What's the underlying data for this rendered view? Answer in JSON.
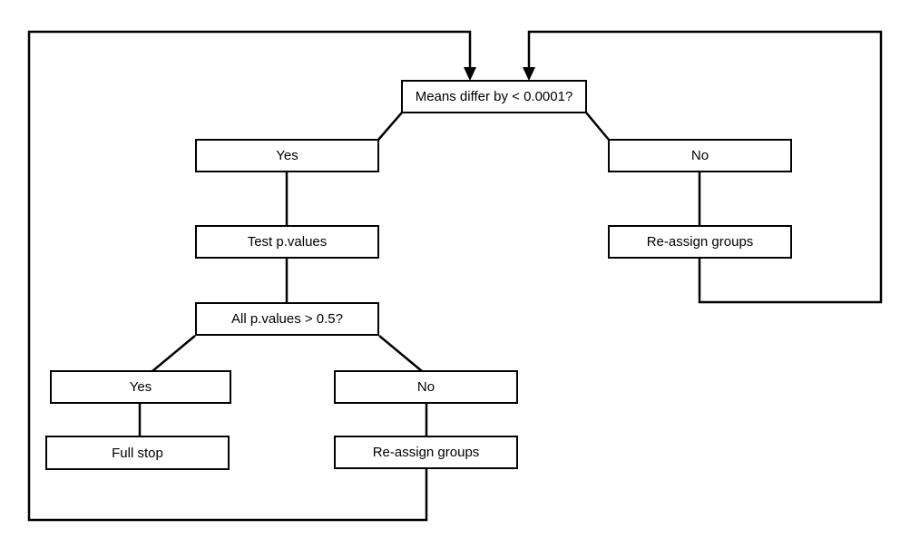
{
  "diagram": {
    "type": "flowchart",
    "background": "#ffffff",
    "colors": {
      "line": "#000000",
      "box_border": "#000000",
      "box_fill": "#ffffff",
      "text": "#000000"
    },
    "nodes": {
      "means_differ": {
        "label": "Means differ by < 0.0001?"
      },
      "yes_top": {
        "label": "Yes"
      },
      "no_top": {
        "label": "No"
      },
      "test_pvalues": {
        "label": "Test p.values"
      },
      "reassign_right": {
        "label": "Re-assign groups"
      },
      "all_pvalues": {
        "label": "All p.values > 0.5?"
      },
      "yes_bottom": {
        "label": "Yes"
      },
      "no_bottom": {
        "label": "No"
      },
      "full_stop": {
        "label": "Full stop"
      },
      "reassign_bottom": {
        "label": "Re-assign groups"
      }
    },
    "edges": [
      {
        "from": "means_differ",
        "to": "yes_top",
        "style": "diagonal"
      },
      {
        "from": "means_differ",
        "to": "no_top",
        "style": "diagonal"
      },
      {
        "from": "yes_top",
        "to": "test_pvalues",
        "style": "straight"
      },
      {
        "from": "test_pvalues",
        "to": "all_pvalues",
        "style": "straight"
      },
      {
        "from": "no_top",
        "to": "reassign_right",
        "style": "straight"
      },
      {
        "from": "reassign_right",
        "to": "means_differ",
        "style": "loop",
        "arrowhead": "down"
      },
      {
        "from": "all_pvalues",
        "to": "yes_bottom",
        "style": "diagonal"
      },
      {
        "from": "all_pvalues",
        "to": "no_bottom",
        "style": "diagonal"
      },
      {
        "from": "yes_bottom",
        "to": "full_stop",
        "style": "straight"
      },
      {
        "from": "no_bottom",
        "to": "reassign_bottom",
        "style": "straight"
      },
      {
        "from": "reassign_bottom",
        "to": "means_differ",
        "style": "loop",
        "arrowhead": "down"
      }
    ]
  }
}
